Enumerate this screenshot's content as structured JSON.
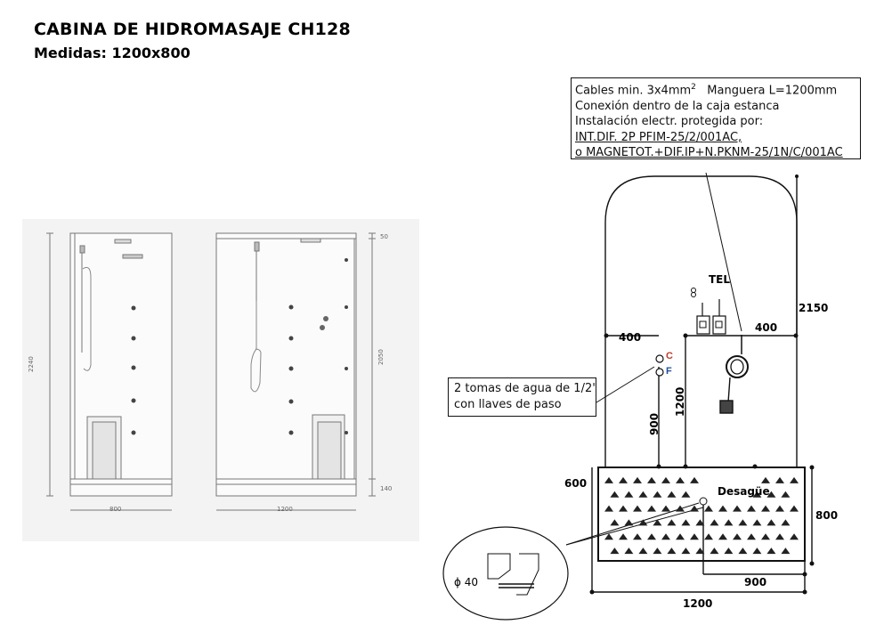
{
  "header": {
    "title": "CABINA DE HIDROMASAJE CH128",
    "subtitle": "Medidas: 1200x800"
  },
  "elevations": {
    "height_total": "2240",
    "height_inner": "2050",
    "top_gap": "50",
    "base_height": "140",
    "width_side": "800",
    "width_front": "1200"
  },
  "install": {
    "note_lines": [
      "Manguera L=1200mm",
      "Conexión dentro de la caja estanca",
      "Instalación electr. protegida por:",
      "INT.DIF. 2P PFIM-25/2/001AC,",
      "o MAGNETOT.+DIF.IP+N.PKNM-25/1N/C/001AC"
    ],
    "cables_prefix": "Cables min. 3x4mm",
    "cables_sup": "2",
    "water_lines": [
      "2 tomas de agua de 1/2\"",
      "con llaves de paso"
    ],
    "valve_hot": "C",
    "valve_cold": "F",
    "tel_label": "TEL",
    "drain_label": "Desagüe",
    "diameter_label": "40",
    "dims": {
      "height": "2150",
      "left_offset": "400",
      "right_offset": "400",
      "water_height": "900",
      "electric_height": "1200",
      "tray_front": "600",
      "tray_depth": "800",
      "drain_offset": "900",
      "tray_width": "1200"
    },
    "colors": {
      "hot": "#c0392b",
      "cold": "#1f4e9c"
    }
  }
}
